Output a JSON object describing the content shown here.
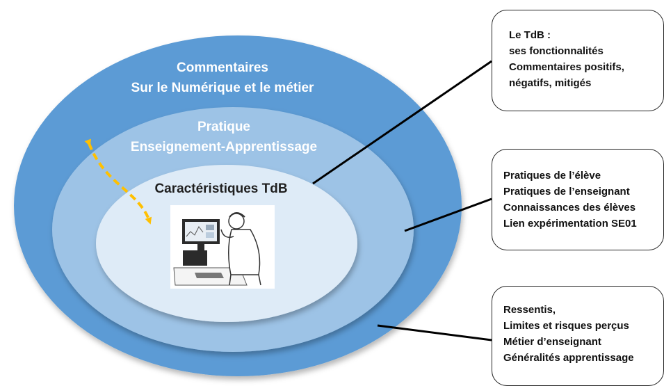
{
  "rings": {
    "outer": {
      "line1": "Commentaires",
      "line2": "Sur le Numérique et le métier"
    },
    "middle": {
      "line1": "Pratique",
      "line2": "Enseignement-Apprentissage"
    },
    "inner": {
      "line1": "Caractéristiques TdB"
    }
  },
  "callouts": [
    {
      "lines": [
        "Le TdB :",
        "ses fonctionnalités",
        "Commentaires positifs,",
        "négatifs, mitigés"
      ]
    },
    {
      "lines": [
        "Pratiques de l’élève",
        "Pratiques de l’enseignant",
        "Connaissances des élèves",
        "Lien expérimentation SE01"
      ]
    },
    {
      "lines": [
        "Ressentis,",
        "Limites et risques perçus",
        "Métier d’enseignant",
        "Généralités apprentissage"
      ]
    }
  ],
  "colors": {
    "outer_ring": "#5b9bd5",
    "middle_ring": "#9dc3e6",
    "inner_ring": "#deebf7",
    "ring_text": "#ffffff",
    "inner_text": "#1f1f1f",
    "arrow": "#ffc000",
    "connector": "#000000"
  },
  "illustration": {
    "icon": "person-at-computer-icon"
  }
}
